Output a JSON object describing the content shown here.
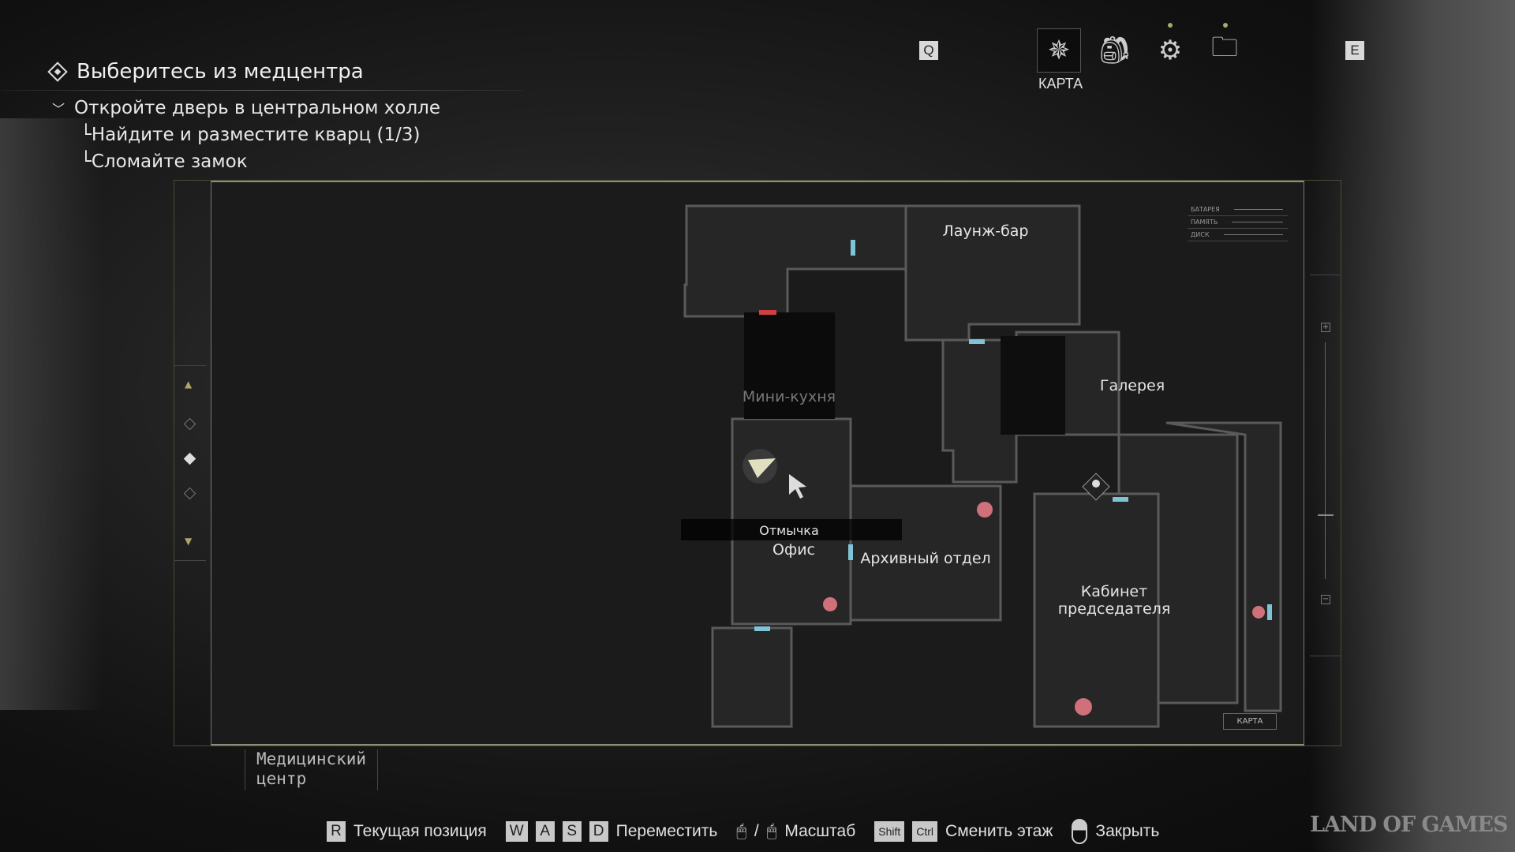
{
  "objectives": {
    "main": "Выберитесь из медцентра",
    "task": "Откройте дверь в центральном холле",
    "subtasks": [
      "Найдите и разместите кварц (1/3)",
      "Сломайте замок"
    ]
  },
  "topbar": {
    "key_prev": "Q",
    "key_next": "E",
    "active_tab_label": "КАРТА",
    "tabs": [
      "map-icon",
      "backpack-icon",
      "gears-icon",
      "files-icon"
    ]
  },
  "map": {
    "rooms": [
      "Лаунж-бар",
      "Мини-кухня",
      "Галерея",
      "Офис",
      "Архивный отдел",
      "Кабинет председателя"
    ],
    "tooltip": "Отмычка",
    "legend": [
      "БАТАРЕЯ",
      "ПАМЯТЬ",
      "ДИСК"
    ],
    "map_button": "КАРТА",
    "location": [
      "Медицинский",
      "центр"
    ],
    "colors": {
      "door_open": "#7fc3d6",
      "door_locked": "#d04040",
      "item": "#d0707a"
    }
  },
  "hints": {
    "r": "R",
    "current_pos": "Текущая позиция",
    "w": "W",
    "a": "A",
    "s": "S",
    "d": "D",
    "move": "Переместить",
    "slash": "/",
    "zoom": "Масштаб",
    "shift": "Shift",
    "ctrl": "Ctrl",
    "change_floor": "Сменить этаж",
    "close": "Закрыть"
  },
  "watermark": "LAND OF GAMES"
}
